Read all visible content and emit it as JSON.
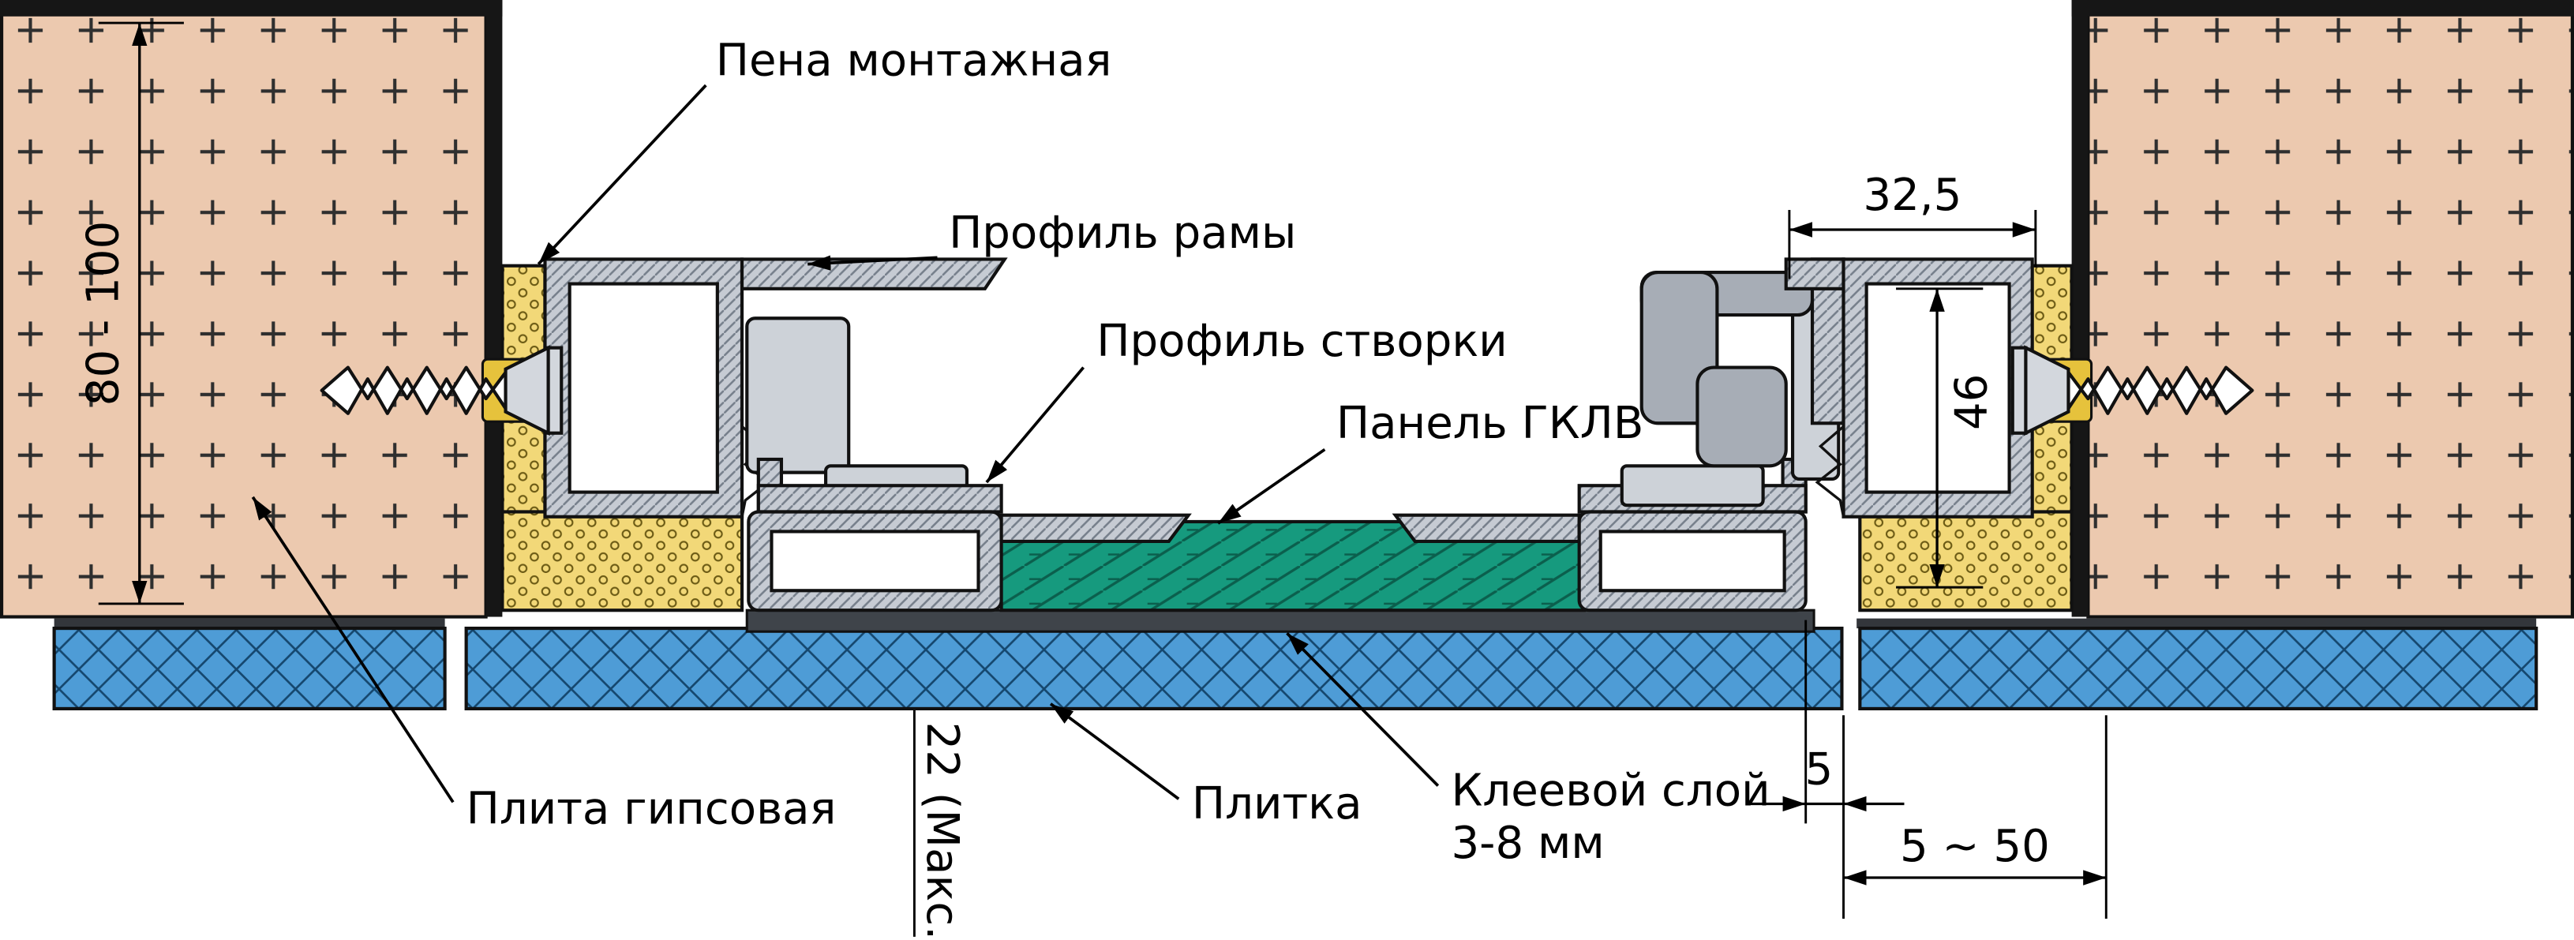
{
  "labels": {
    "foam": "Пена монтажная",
    "frame_profile": "Профиль рамы",
    "sash_profile": "Профиль створки",
    "panel": "Панель ГКЛВ",
    "gypsum_board": "Плита гипсовая",
    "tile": "Плитка",
    "adhesive_line1": "Клеевой слой",
    "adhesive_line2": "3-8 мм"
  },
  "dimensions": {
    "wall": "80 - 100",
    "frame_width": "32,5",
    "frame_height": "46",
    "gap": "5",
    "range": "5 ~ 50",
    "tile_max": "22 (Макс.)"
  },
  "colors": {
    "wall": "#ECC9AF",
    "foam": "#F2D878",
    "profile": "#C6CBD3",
    "gasket": "#CDD2D8",
    "latch": "#A7ADB6",
    "panel": "#169A7E",
    "panel_hatch": "#0B5F4D",
    "tile": "#4E9CD6",
    "tile_hatch": "#15476E",
    "adhesive": "#3F444A",
    "outline": "#111111"
  }
}
